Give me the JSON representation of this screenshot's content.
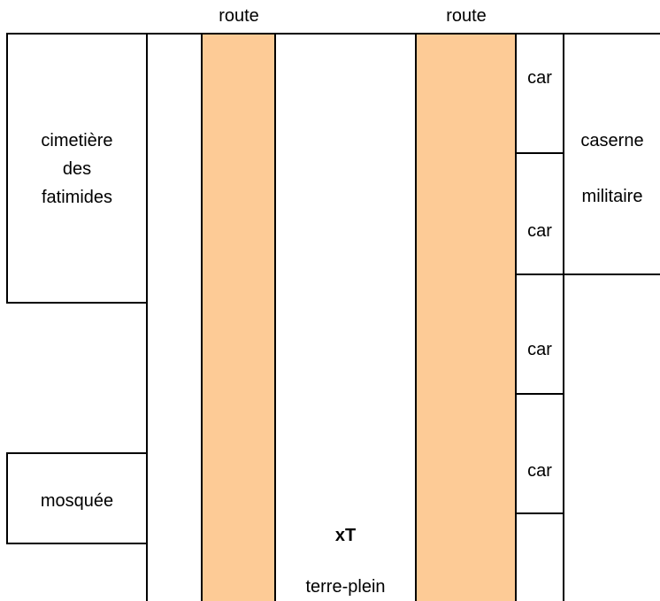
{
  "roads": {
    "left_label": "route",
    "right_label": "route",
    "color": "#fdcb96"
  },
  "cemetery": {
    "line1": "cimetière",
    "line2": "des",
    "line3": "fatimides"
  },
  "mosque": {
    "label": "mosquée"
  },
  "median": {
    "marker": "xT",
    "label": "terre-plein"
  },
  "cars": [
    {
      "label": "car"
    },
    {
      "label": "car"
    },
    {
      "label": "car"
    },
    {
      "label": "car"
    }
  ],
  "barracks": {
    "line1": "caserne",
    "line2": "militaire"
  }
}
